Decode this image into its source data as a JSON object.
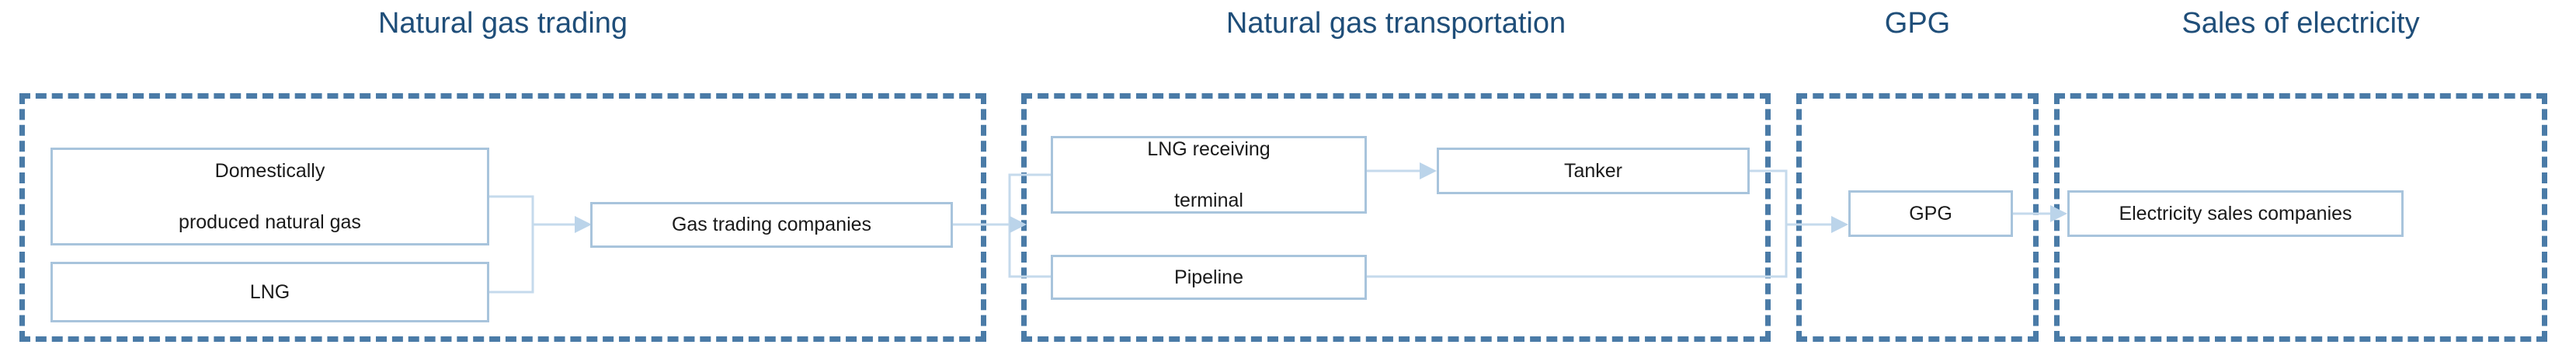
{
  "diagram": {
    "title_color": "#1F4E79",
    "panel_border_color": "#4A7BA7",
    "node_border_color": "#A8C4DC",
    "connector_color": "#C5DAEC",
    "panels": [
      {
        "id": "natural-gas-trading",
        "title": "Natural gas trading",
        "nodes": [
          {
            "id": "domestic-gas",
            "label": "Domestically\nproduced natural gas",
            "line1": "Domestically",
            "line2": "produced natural gas"
          },
          {
            "id": "lng",
            "label": "LNG"
          },
          {
            "id": "gas-trading-companies",
            "label": "Gas trading companies"
          }
        ]
      },
      {
        "id": "natural-gas-transportation",
        "title": "Natural gas transportation",
        "nodes": [
          {
            "id": "lng-receiving-terminal",
            "label": "LNG receiving terminal",
            "line1": "LNG receiving",
            "line2": "terminal"
          },
          {
            "id": "tanker",
            "label": "Tanker"
          },
          {
            "id": "pipeline",
            "label": "Pipeline"
          }
        ]
      },
      {
        "id": "gpg",
        "title": "GPG",
        "nodes": [
          {
            "id": "gpg-node",
            "label": "GPG"
          }
        ]
      },
      {
        "id": "sales-of-electricity",
        "title": "Sales of electricity",
        "nodes": [
          {
            "id": "electricity-sales-companies",
            "label": "Electricity sales companies"
          }
        ]
      }
    ],
    "flows": [
      {
        "from": "domestic-gas",
        "to": "gas-trading-companies"
      },
      {
        "from": "lng",
        "to": "gas-trading-companies"
      },
      {
        "from": "gas-trading-companies",
        "to": "lng-receiving-terminal"
      },
      {
        "from": "gas-trading-companies",
        "to": "pipeline"
      },
      {
        "from": "lng-receiving-terminal",
        "to": "tanker"
      },
      {
        "from": "tanker",
        "to": "gpg-node"
      },
      {
        "from": "pipeline",
        "to": "gpg-node"
      },
      {
        "from": "gpg-node",
        "to": "electricity-sales-companies"
      }
    ]
  }
}
